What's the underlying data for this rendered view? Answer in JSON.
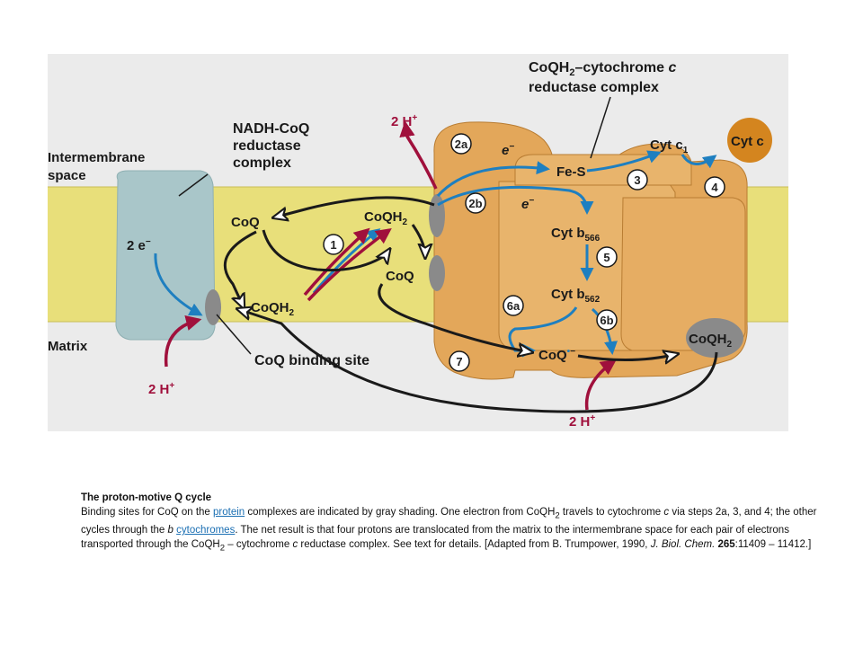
{
  "diagram": {
    "labels": {
      "intermembrane": "Intermembrane",
      "space": "space",
      "matrix": "Matrix",
      "nadh_line1": "NADH-CoQ",
      "nadh_line2": "reductase",
      "nadh_line3": "complex",
      "cyt_complex_line2": "reductase complex",
      "coq_binding_site": "CoQ binding site",
      "two_e": "2 e",
      "e_minus_1": "e",
      "e_minus_2": "e",
      "fe_s": "Fe-S",
      "cyt_c1": "Cyt c",
      "cyt_c": "Cyt c",
      "cyt_b566": "Cyt b",
      "cyt_b562": "Cyt b",
      "coq_left_top": "CoQ",
      "coqh2_left_bottom": "CoQH",
      "coqh2_mid": "CoQH",
      "coq_mid": "CoQ",
      "coq_semiquinone": "CoQ",
      "coqh2_right": "CoQH",
      "two_h_top": "2 H",
      "two_h_bottom_left": "2 H",
      "two_h_bottom_right": "2 H"
    },
    "title_top": {
      "prefix": "CoQH",
      "sub": "2",
      "suffix": "–cytochrome ",
      "italic": "c"
    },
    "subscripts": {
      "c1": "1",
      "b566": "566",
      "b562": "562",
      "h2": "2"
    },
    "steps": [
      "1",
      "2a",
      "2b",
      "3",
      "4",
      "5",
      "6a",
      "6b",
      "7"
    ],
    "colors": {
      "membrane": "#e8df7a",
      "background": "#ebebeb",
      "complex": "#e3a75a",
      "nadh_complex": "#a9c6c9",
      "binding_site": "#8a8a8a",
      "cyt_c_ball": "#d4851f",
      "electron_arrow": "#1e7fc0",
      "proton_arrow": "#a0103c",
      "coq_arrow": "#1a1a1a"
    }
  },
  "caption": {
    "title": "The proton-motive  Q cycle",
    "t1": "Binding sites for CoQ  on the ",
    "link_protein": "protein",
    "t2": " complexes  are indicated by gray shading. One electron from CoQH",
    "t2_sub": "2",
    "t3": " travels to cytochrome ",
    "t3_i": "c",
    "t4": " via steps 2a,  3,  and 4; the other cycles  through the ",
    "t4_i": "b",
    "t5": " ",
    "link_cytochromes": "cytochromes",
    "t6": ".  The net result is that four protons are translocated from  the matrix to the intermembrane space for each pair of electrons transported through the CoQH",
    "t6_sub": "2",
    "t7": "  –  cytochrome  ",
    "t7_i": "c",
    "t8": " reductase complex.  See text for details. [Adapted from B. Trumpower, 1990, ",
    "t8_i": "J. Biol. Chem.",
    "t9_b": " 265",
    "t10": ":11409  –  11412.]"
  }
}
